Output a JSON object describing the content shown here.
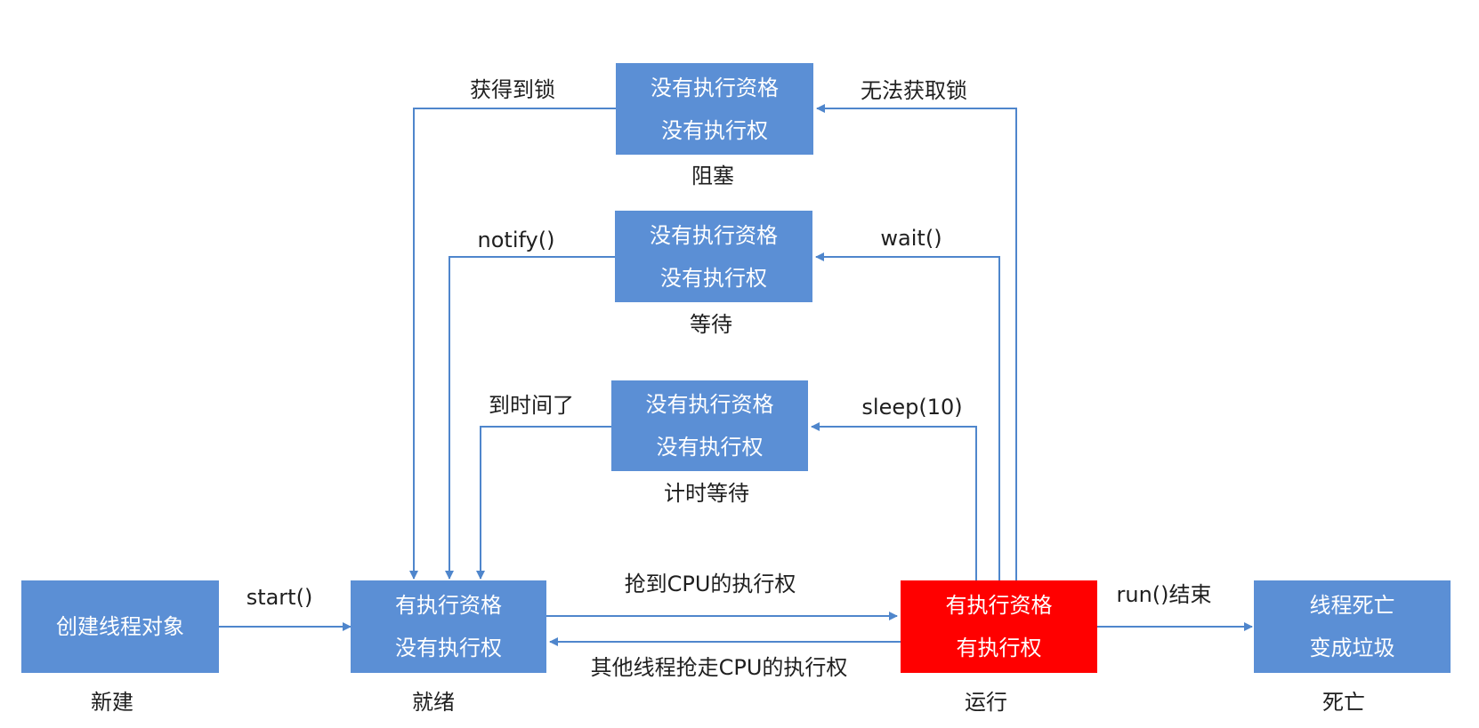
{
  "colors": {
    "box_blue": "#5b8fd5",
    "box_running": "#ff0000",
    "arrow": "#4f86cc",
    "text": "#1f1f1f",
    "box_text": "#ffffff"
  },
  "states": {
    "new": {
      "box_text": "创建线程对象",
      "caption": "新建"
    },
    "ready": {
      "line1": "有执行资格",
      "line2": "没有执行权",
      "caption": "就绪"
    },
    "running": {
      "line1": "有执行资格",
      "line2": "有执行权",
      "caption": "运行"
    },
    "dead": {
      "line1": "线程死亡",
      "line2": "变成垃圾",
      "caption": "死亡"
    },
    "blocked": {
      "line1": "没有执行资格",
      "line2": "没有执行权",
      "caption": "阻塞"
    },
    "waiting": {
      "line1": "没有执行资格",
      "line2": "没有执行权",
      "caption": "等待"
    },
    "timed_waiting": {
      "line1": "没有执行资格",
      "line2": "没有执行权",
      "caption": "计时等待"
    }
  },
  "transitions": {
    "start": "start()",
    "get_cpu": "抢到CPU的执行权",
    "lose_cpu": "其他线程抢走CPU的执行权",
    "run_end": "run()结束",
    "cannot_lock": "无法获取锁",
    "got_lock": "获得到锁",
    "wait": "wait()",
    "notify": "notify()",
    "sleep": "sleep(10)",
    "time_up": "到时间了"
  }
}
